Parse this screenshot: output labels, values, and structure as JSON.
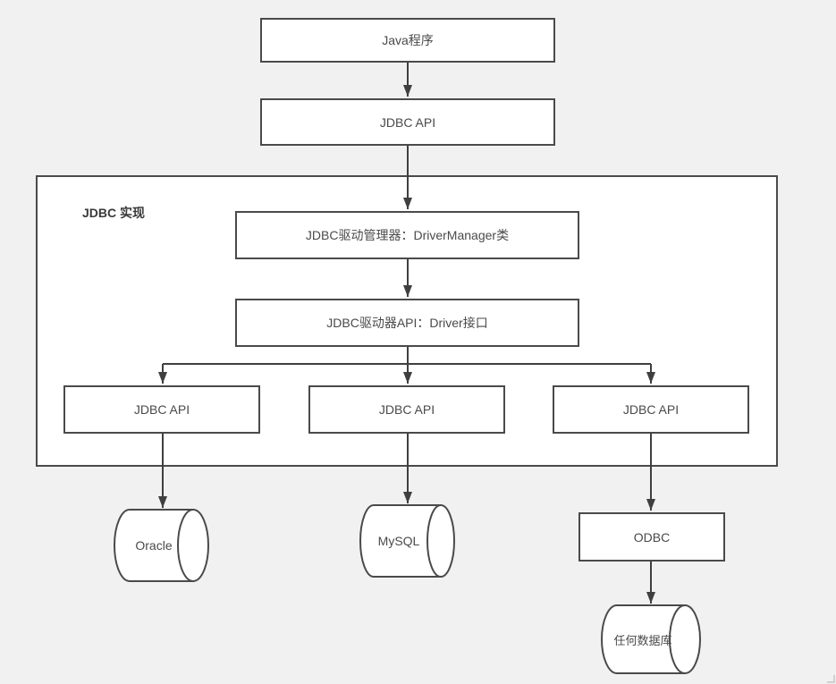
{
  "diagram": {
    "title": "JDBC architecture flow diagram",
    "colors": {
      "background": "#f1f1f2",
      "node_fill": "#ffffff",
      "node_border": "#4a4a4a",
      "line": "#3f3f3f",
      "text": "#4a4a4a"
    },
    "nodes": {
      "java_program": "Java程序",
      "jdbc_api_top": "JDBC API",
      "group_label": "JDBC 实现",
      "driver_manager": "JDBC驱动管理器：DriverManager类",
      "driver_api": "JDBC驱动器API：Driver接口",
      "jdbc_api_left": "JDBC API",
      "jdbc_api_middle": "JDBC API",
      "jdbc_api_right": "JDBC API",
      "odbc": "ODBC",
      "oracle_db": "Oracle",
      "mysql_db": "MySQL",
      "any_db": "任何数据库"
    },
    "edges": [
      {
        "from": "java_program",
        "to": "jdbc_api_top"
      },
      {
        "from": "jdbc_api_top",
        "to": "driver_manager"
      },
      {
        "from": "driver_manager",
        "to": "driver_api"
      },
      {
        "from": "driver_api",
        "to": "jdbc_api_left"
      },
      {
        "from": "driver_api",
        "to": "jdbc_api_middle"
      },
      {
        "from": "driver_api",
        "to": "jdbc_api_right"
      },
      {
        "from": "jdbc_api_left",
        "to": "oracle_db"
      },
      {
        "from": "jdbc_api_middle",
        "to": "mysql_db"
      },
      {
        "from": "jdbc_api_right",
        "to": "odbc"
      },
      {
        "from": "odbc",
        "to": "any_db"
      }
    ]
  }
}
